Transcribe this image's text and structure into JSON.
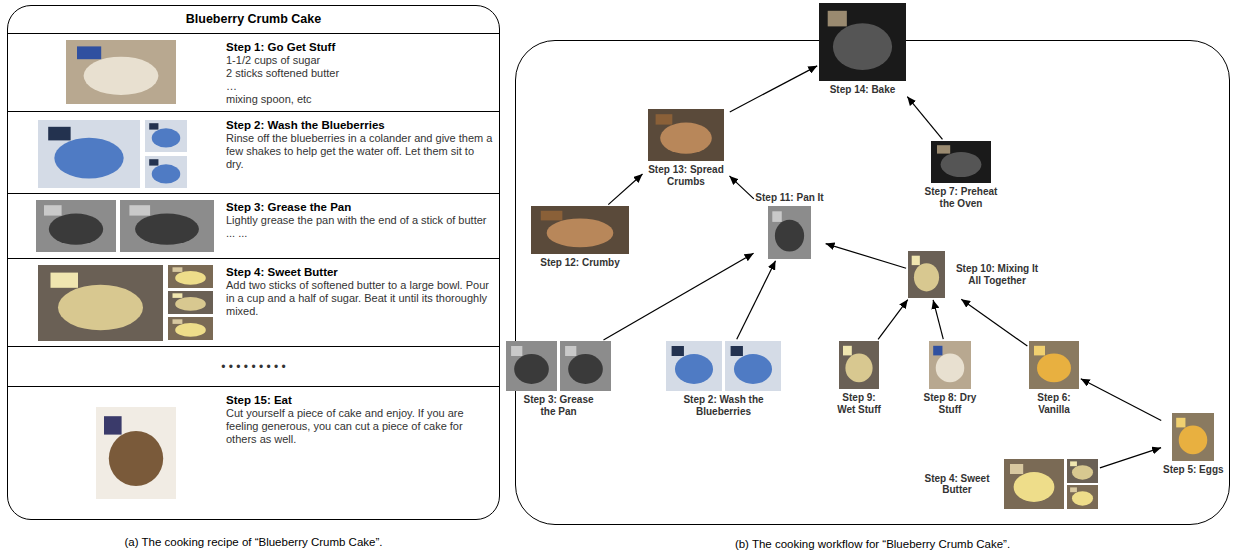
{
  "diagram": {
    "nodes": [
      {
        "text": [
          "Blueberry Crumb Cake",
          "(a) The cooking recipe of “Blueberry Crumb Cake”."
        ]
      },
      {
        "text": [
          "Step 1: Go Get Stuff",
          "1-1/2 cups of sugar",
          "2 sticks softened butter",
          "…",
          "mixing spoon, etc"
        ],
        "in": 0
      },
      {
        "text": [
          "Step 2: Wash the Blueberries",
          "Rinse off the blueberries in a colander and give them a few shakes to help get the water off. Let them sit to dry."
        ],
        "in": 0
      },
      {
        "text": [
          "Step 3: Grease the Pan",
          "Lightly grease the pan with the end of a stick of butter ... ..."
        ],
        "in": 0
      },
      {
        "text": [
          "Step 4: Sweet Butter",
          "Add two sticks of softened butter to a large bowl. Pour in a cup and a half of sugar. Beat it until its thoroughly mixed."
        ],
        "in": 0
      },
      {
        "text": [
          "• • • • • • • • •"
        ],
        "in": 0
      },
      {
        "text": [
          "Step 15: Eat",
          "Cut yourself a piece of cake and enjoy. If you are feeling generous, you can cut a piece of cake for others as well."
        ],
        "in": 0
      },
      {
        "text": [
          "(b) The cooking workflow for “Blueberry Crumb Cake”."
        ]
      },
      {
        "text": [
          "Step 14: Bake"
        ],
        "in": 7
      },
      {
        "text": [
          "Step 13: Spread Crumbs"
        ],
        "in": 7
      },
      {
        "text": [
          "Step 11: Pan It"
        ],
        "in": 7
      },
      {
        "text": [
          "Step 7: Preheat the Oven"
        ],
        "in": 7
      },
      {
        "text": [
          "Step 12: Crumby"
        ],
        "in": 7
      },
      {
        "text": [
          "Step 10: Mixing It All Together"
        ],
        "in": 7
      },
      {
        "text": [
          "Step 3: Grease the Pan"
        ],
        "in": 7
      },
      {
        "text": [
          "Step 2: Wash the Blueberries"
        ],
        "in": 7
      },
      {
        "text": [
          "Step 9: Wet Stuff"
        ],
        "in": 7
      },
      {
        "text": [
          "Step 8: Dry Stuff"
        ],
        "in": 7
      },
      {
        "text": [
          "Step 6: Vanilla"
        ],
        "in": 7
      },
      {
        "text": [
          "Step 5: Eggs"
        ],
        "in": 7
      },
      {
        "text": [
          "Step 4: Sweet Butter"
        ],
        "in": 7
      }
    ],
    "edges": [
      {
        "from": 14,
        "to": 10,
        "arrow": "to"
      },
      {
        "from": 15,
        "to": 10,
        "arrow": "to"
      },
      {
        "from": 13,
        "to": 10,
        "arrow": "to"
      },
      {
        "from": 16,
        "to": 13,
        "arrow": "to"
      },
      {
        "from": 17,
        "to": 13,
        "arrow": "to"
      },
      {
        "from": 18,
        "to": 13,
        "arrow": "to"
      },
      {
        "from": 19,
        "to": 18,
        "arrow": "to"
      },
      {
        "from": 20,
        "to": 19,
        "arrow": "to"
      },
      {
        "from": 10,
        "to": 9,
        "arrow": "to"
      },
      {
        "from": 12,
        "to": 9,
        "arrow": "to"
      },
      {
        "from": 9,
        "to": 8,
        "arrow": "to"
      },
      {
        "from": 11,
        "to": 8,
        "arrow": "to"
      }
    ]
  }
}
